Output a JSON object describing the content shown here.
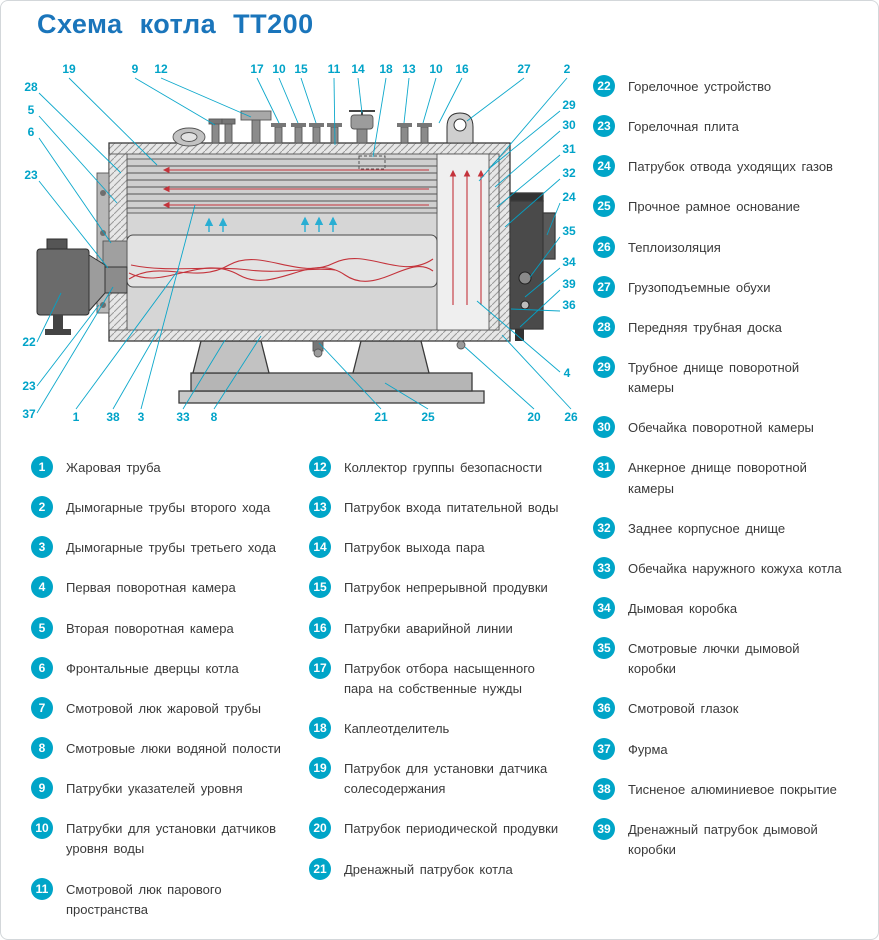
{
  "title": "Схема котла ТТ200",
  "colors": {
    "accent_blue": "#1a75bb",
    "badge_cyan": "#00a5c8",
    "callout_cyan": "#00a3c8",
    "flame_red": "#c4333b",
    "arrow_cyan": "#29aed3"
  },
  "legend": {
    "columns": [
      [
        {
          "n": "1",
          "label": "Жаровая труба"
        },
        {
          "n": "2",
          "label": "Дымогарные трубы второго хода"
        },
        {
          "n": "3",
          "label": "Дымогарные трубы третьего хода"
        },
        {
          "n": "4",
          "label": "Первая поворотная камера"
        },
        {
          "n": "5",
          "label": "Вторая поворотная камера"
        },
        {
          "n": "6",
          "label": "Фронтальные дверцы котла"
        },
        {
          "n": "7",
          "label": "Смотровой люк жаровой трубы"
        },
        {
          "n": "8",
          "label": "Смотровые люки водяной полости"
        },
        {
          "n": "9",
          "label": "Патрубки указателей уровня"
        },
        {
          "n": "10",
          "label": "Патрубки для установки датчиков уровня воды"
        },
        {
          "n": "11",
          "label": "Смотровой люк парового пространства"
        }
      ],
      [
        {
          "n": "12",
          "label": "Коллектор группы безопасности"
        },
        {
          "n": "13",
          "label": "Патрубок входа питательной воды"
        },
        {
          "n": "14",
          "label": "Патрубок выхода пара"
        },
        {
          "n": "15",
          "label": "Патрубок непрерывной продувки"
        },
        {
          "n": "16",
          "label": "Патрубки аварийной линии"
        },
        {
          "n": "17",
          "label": "Патрубок отбора насыщенного пара на собственные нужды"
        },
        {
          "n": "18",
          "label": "Каплеотделитель"
        },
        {
          "n": "19",
          "label": "Патрубок для установки датчика солесодержания"
        },
        {
          "n": "20",
          "label": "Патрубок периодической продувки"
        },
        {
          "n": "21",
          "label": "Дренажный патрубок котла"
        }
      ],
      [
        {
          "n": "22",
          "label": "Горелочное устройство"
        },
        {
          "n": "23",
          "label": "Горелочная плита"
        },
        {
          "n": "24",
          "label": "Патрубок отвода уходящих газов"
        },
        {
          "n": "25",
          "label": "Прочное рамное основание"
        },
        {
          "n": "26",
          "label": "Теплоизоляция"
        },
        {
          "n": "27",
          "label": "Грузоподъемные обухи"
        },
        {
          "n": "28",
          "label": "Передняя трубная доска"
        },
        {
          "n": "29",
          "label": "Трубное днище поворотной камеры"
        },
        {
          "n": "30",
          "label": "Обечайка поворотной камеры"
        },
        {
          "n": "31",
          "label": "Анкерное днище поворотной камеры"
        },
        {
          "n": "32",
          "label": "Заднее корпусное днище"
        },
        {
          "n": "33",
          "label": "Обечайка наружного кожуха котла"
        },
        {
          "n": "34",
          "label": "Дымовая коробка"
        },
        {
          "n": "35",
          "label": "Смотровые лючки дымовой коробки"
        },
        {
          "n": "36",
          "label": "Смотровой глазок"
        },
        {
          "n": "37",
          "label": "Фурма"
        },
        {
          "n": "38",
          "label": "Тисненое алюминиевое покрытие"
        },
        {
          "n": "39",
          "label": "Дренажный патрубок дымовой коробки"
        }
      ]
    ]
  },
  "diagram": {
    "description": "Продольный разрез парового котла ТТ200 с выносками",
    "callouts": [
      {
        "n": "19",
        "t": [
          60,
          20
        ],
        "l": [
          60,
          25,
          148,
          112
        ]
      },
      {
        "n": "9",
        "t": [
          126,
          20
        ],
        "l": [
          126,
          25,
          206,
          72
        ]
      },
      {
        "n": "12",
        "t": [
          152,
          20
        ],
        "l": [
          152,
          25,
          242,
          64
        ]
      },
      {
        "n": "17",
        "t": [
          248,
          20
        ],
        "l": [
          248,
          25,
          270,
          70
        ]
      },
      {
        "n": "10",
        "t": [
          270,
          20
        ],
        "l": [
          270,
          25,
          289,
          70
        ]
      },
      {
        "n": "15",
        "t": [
          292,
          20
        ],
        "l": [
          292,
          25,
          307,
          70
        ]
      },
      {
        "n": "11",
        "t": [
          325,
          20
        ],
        "l": [
          325,
          25,
          326,
          92
        ]
      },
      {
        "n": "14",
        "t": [
          349,
          20
        ],
        "l": [
          349,
          25,
          353,
          60
        ]
      },
      {
        "n": "18",
        "t": [
          377,
          20
        ],
        "l": [
          377,
          25,
          364,
          104
        ]
      },
      {
        "n": "13",
        "t": [
          400,
          20
        ],
        "l": [
          400,
          25,
          395,
          70
        ]
      },
      {
        "n": "10",
        "t": [
          427,
          20
        ],
        "l": [
          427,
          25,
          414,
          70
        ]
      },
      {
        "n": "16",
        "t": [
          453,
          20
        ],
        "l": [
          453,
          25,
          430,
          70
        ]
      },
      {
        "n": "27",
        "t": [
          515,
          20
        ],
        "l": [
          515,
          25,
          458,
          68
        ]
      },
      {
        "n": "2",
        "t": [
          558,
          20
        ],
        "l": [
          558,
          25,
          470,
          128
        ]
      },
      {
        "n": "28",
        "t": [
          22,
          38
        ],
        "l": [
          30,
          40,
          112,
          120
        ]
      },
      {
        "n": "5",
        "t": [
          22,
          61
        ],
        "l": [
          30,
          63,
          108,
          150
        ]
      },
      {
        "n": "6",
        "t": [
          22,
          83
        ],
        "l": [
          30,
          85,
          102,
          190
        ]
      },
      {
        "n": "23",
        "t": [
          22,
          126
        ],
        "l": [
          30,
          128,
          99,
          215
        ]
      },
      {
        "n": "22",
        "t": [
          20,
          293
        ],
        "l": [
          28,
          289,
          52,
          240
        ]
      },
      {
        "n": "23",
        "t": [
          20,
          337
        ],
        "l": [
          28,
          333,
          90,
          252
        ]
      },
      {
        "n": "37",
        "t": [
          20,
          365
        ],
        "l": [
          28,
          360,
          104,
          234
        ]
      },
      {
        "n": "1",
        "t": [
          67,
          368
        ],
        "l": [
          67,
          356,
          170,
          216
        ]
      },
      {
        "n": "38",
        "t": [
          104,
          368
        ],
        "l": [
          104,
          356,
          150,
          276
        ]
      },
      {
        "n": "3",
        "t": [
          132,
          368
        ],
        "l": [
          132,
          356,
          186,
          152
        ]
      },
      {
        "n": "33",
        "t": [
          174,
          368
        ],
        "l": [
          174,
          356,
          216,
          287
        ]
      },
      {
        "n": "8",
        "t": [
          205,
          368
        ],
        "l": [
          205,
          356,
          252,
          283
        ]
      },
      {
        "n": "21",
        "t": [
          372,
          368
        ],
        "l": [
          372,
          356,
          310,
          290
        ]
      },
      {
        "n": "25",
        "t": [
          419,
          368
        ],
        "l": [
          419,
          356,
          376,
          330
        ]
      },
      {
        "n": "20",
        "t": [
          525,
          368
        ],
        "l": [
          525,
          356,
          456,
          294
        ]
      },
      {
        "n": "26",
        "t": [
          562,
          368
        ],
        "l": [
          562,
          356,
          493,
          282
        ]
      },
      {
        "n": "29",
        "t": [
          560,
          56
        ],
        "l": [
          551,
          58,
          482,
          114
        ]
      },
      {
        "n": "30",
        "t": [
          560,
          76
        ],
        "l": [
          551,
          78,
          486,
          134
        ]
      },
      {
        "n": "31",
        "t": [
          560,
          100
        ],
        "l": [
          551,
          102,
          488,
          154
        ]
      },
      {
        "n": "32",
        "t": [
          560,
          124
        ],
        "l": [
          551,
          126,
          496,
          174
        ]
      },
      {
        "n": "24",
        "t": [
          560,
          148
        ],
        "l": [
          551,
          150,
          538,
          182
        ]
      },
      {
        "n": "35",
        "t": [
          560,
          182
        ],
        "l": [
          551,
          184,
          521,
          224
        ]
      },
      {
        "n": "34",
        "t": [
          560,
          213
        ],
        "l": [
          551,
          215,
          516,
          244
        ]
      },
      {
        "n": "39",
        "t": [
          560,
          235
        ],
        "l": [
          551,
          237,
          511,
          274
        ]
      },
      {
        "n": "36",
        "t": [
          560,
          256
        ],
        "l": [
          551,
          258,
          502,
          256
        ]
      },
      {
        "n": "4",
        "t": [
          558,
          324
        ],
        "l": [
          551,
          319,
          468,
          248
        ]
      }
    ]
  }
}
